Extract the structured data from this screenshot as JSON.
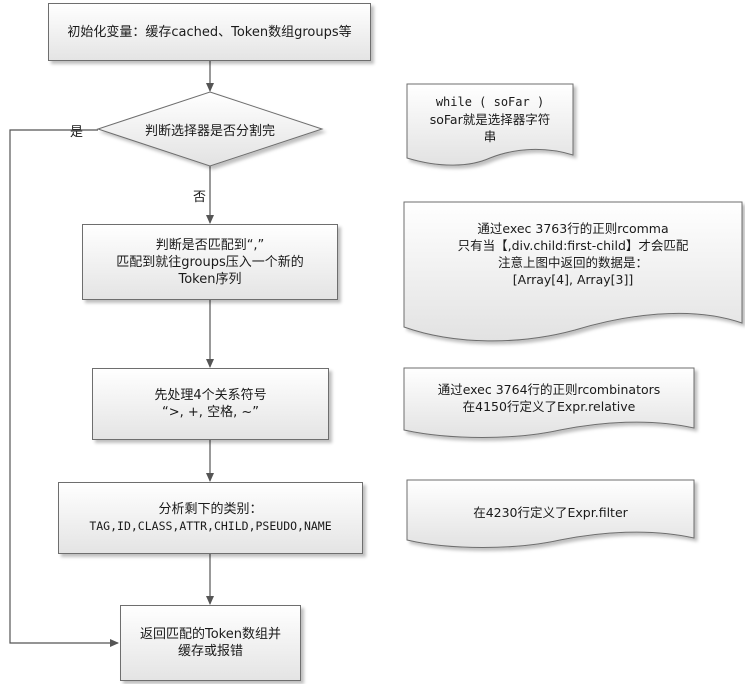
{
  "flow": {
    "init": "初始化变量：缓存cached、Token数组groups等",
    "decision": "判断选择器是否分割完",
    "yes_label": "是",
    "no_label": "否",
    "comma": [
      "判断是否匹配到“,”",
      "匹配到就往groups压入一个新的",
      "Token序列"
    ],
    "relations": [
      "先处理4个关系符号",
      "“>, +, 空格, ~”"
    ],
    "remaining": [
      "分析剩下的类别：",
      "TAG,ID,CLASS,ATTR,CHILD,PSEUDO,NAME"
    ],
    "return_box": [
      "返回匹配的Token数组并",
      "缓存或报错"
    ]
  },
  "notes": {
    "while": [
      "while ( soFar )",
      "soFar就是选择器字符",
      "串"
    ],
    "rcomma": [
      "通过exec 3763行的正则rcomma",
      "只有当【,div.child:first-child】才会匹配",
      "注意上图中返回的数据是：",
      "[Array[4], Array[3]]"
    ],
    "rcombinators": [
      "通过exec 3764行的正则rcombinators",
      "在4150行定义了Expr.relative"
    ],
    "filter": "在4230行定义了Expr.filter"
  }
}
